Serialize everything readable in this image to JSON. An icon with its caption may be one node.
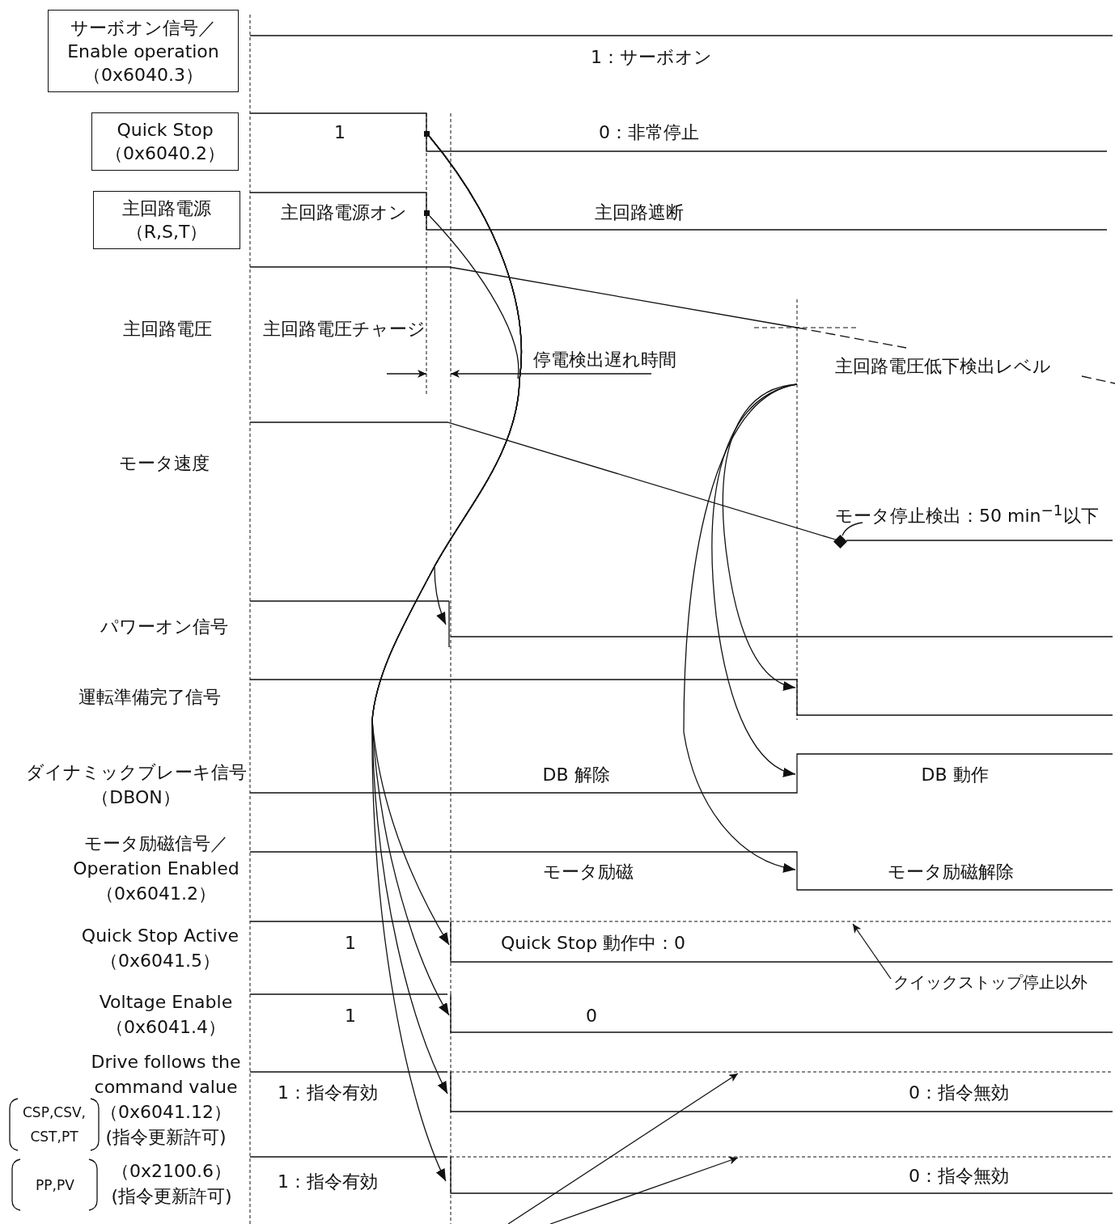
{
  "diagram": {
    "nodes": [
      {
        "text": [
          "サーボオン信号／Enable operation（0x6040.3）"
        ]
      },
      {
        "text": [
          "Quick Stop（0x6040.2）"
        ]
      },
      {
        "text": [
          "主回路電源（R,S,T）"
        ]
      },
      {
        "text": [],
        "shape": "box"
      },
      {
        "text": [],
        "shape": "box"
      },
      {
        "text": [
          "モータ停止検出：50 min$^{−1}$以下"
        ]
      },
      {
        "text": [],
        "shape": "diamond"
      },
      {
        "text": [
          "クイックストップ停止以外"
        ]
      }
    ],
    "edges": [
      {
        "from": 3,
        "to": null,
        "arrow": "to"
      },
      {
        "from": 3,
        "to": null,
        "arrow": "to"
      },
      {
        "from": 3,
        "to": null,
        "arrow": "to"
      },
      {
        "from": 3,
        "to": null,
        "arrow": "to"
      },
      {
        "from": 3,
        "to": null,
        "arrow": "to"
      },
      {
        "from": 4,
        "to": null,
        "arrow": "none"
      },
      {
        "from": 5,
        "to": 6,
        "arrow": "none"
      },
      {
        "from": 7,
        "to": null,
        "arrow": "to"
      }
    ],
    "labels": [
      "1：サーボオン",
      "1",
      "0：非常停止",
      "主回路電源オン",
      "主回路遮断",
      "主回路電圧",
      "主回路電圧チャージ",
      "停電検出遅れ時間",
      "主回路電圧低下検出レベル",
      "モータ速度",
      "パワーオン信号",
      "運転準備完了信号",
      "ダイナミックブレーキ信号（DBON）",
      "DB 解除",
      "DB 動作",
      "モータ励磁信号／Operation Enabled（0x6041.2）",
      "モータ励磁",
      "モータ励磁解除",
      "Quick Stop Active（0x6041.5）",
      "1",
      "Quick Stop 動作中：0",
      "Voltage Enable（0x6041.4）",
      "1",
      "0",
      "Drive follows the command value（0x6041.12）(指令更新許可)",
      "CSP,CSV, CST,PT",
      "1：指令有効",
      "0：指令無効",
      "PP,PV",
      "（0x2100.6）(指令更新許可)",
      "1：指令有効",
      "0：指令無効"
    ]
  }
}
